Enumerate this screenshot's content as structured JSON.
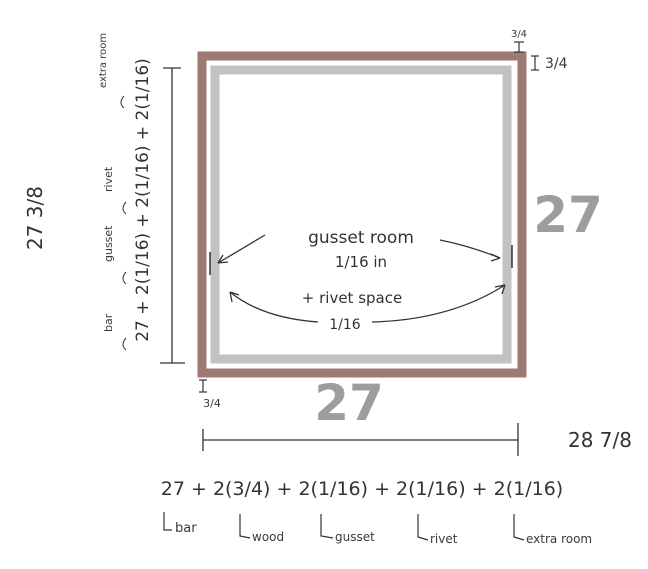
{
  "colors": {
    "wood_frame": "#9b7b72",
    "inner_frame": "#c2c2c4",
    "ink": "#333333",
    "large_numbers": "#9d9d9d"
  },
  "center": {
    "gusset_label": "gusset room",
    "gusset_value": "1/16 in",
    "rivet_label": "+ rivet space",
    "rivet_value": "1/16"
  },
  "dims": {
    "inner_right": "27",
    "inner_bottom": "27",
    "total_width": "28 7/8",
    "total_height": "27 3/8",
    "wood_top_right_small": "3/4",
    "wood_top_right": "3/4",
    "wood_bottom_left": "3/4"
  },
  "width_formula": {
    "expression": "27 + 2(3/4) + 2(1/16) + 2(1/16) + 2(1/16)",
    "terms": [
      "bar",
      "wood",
      "gusset",
      "rivet",
      "extra room"
    ]
  },
  "height_formula": {
    "expression": "27 + 2(1/16) + 2(1/16) + 2(1/16)",
    "terms": [
      "bar",
      "gusset",
      "rivet",
      "extra room"
    ]
  }
}
